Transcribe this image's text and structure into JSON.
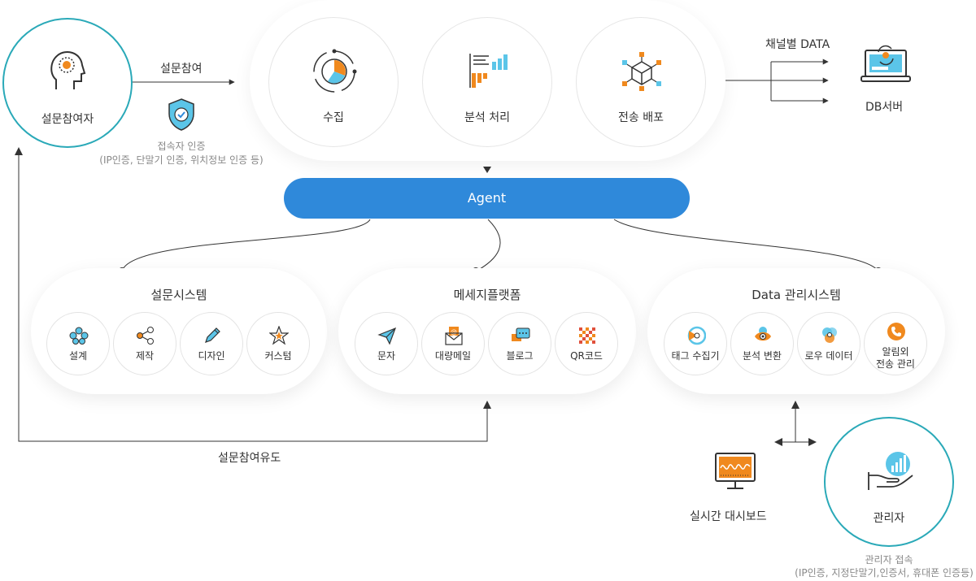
{
  "participant": {
    "label": "설문참여자"
  },
  "participate_label": "설문참여",
  "auth": {
    "label": "접속자 인증",
    "detail": "(IP인증, 단말기 인증, 위치정보 인증 등)"
  },
  "pipeline": [
    {
      "label": "수집",
      "icon": "collect-icon"
    },
    {
      "label": "분석 처리",
      "icon": "analysis-chart-icon"
    },
    {
      "label": "전송 배포",
      "icon": "network-cube-icon"
    }
  ],
  "channel_label": "채널별 DATA",
  "db_server": {
    "label": "DB서버"
  },
  "agent": {
    "label": "Agent"
  },
  "survey_system": {
    "title": "설문시스템",
    "items": [
      {
        "label": "설계",
        "icon": "molecule-icon"
      },
      {
        "label": "제작",
        "icon": "share-nodes-icon"
      },
      {
        "label": "디자인",
        "icon": "pencil-icon"
      },
      {
        "label": "커스텀",
        "icon": "star-icon"
      }
    ]
  },
  "message_platform": {
    "title": "메세지플랫폼",
    "items": [
      {
        "label": "문자",
        "icon": "paper-plane-icon"
      },
      {
        "label": "대량메일",
        "icon": "mail-icon"
      },
      {
        "label": "블로그",
        "icon": "chat-bubble-icon"
      },
      {
        "label": "QR코드",
        "icon": "qr-code-icon"
      }
    ]
  },
  "data_system": {
    "title": "Data 관리시스템",
    "items": [
      {
        "label": "태그 수집기",
        "icon": "tag-collector-icon"
      },
      {
        "label": "분석 변환",
        "icon": "eye-icon"
      },
      {
        "label": "로우 데이터",
        "icon": "venn-icon"
      },
      {
        "label_line1": "알림외",
        "label_line2": "전송 관리",
        "icon": "phone-icon"
      }
    ]
  },
  "induce_label": "설문참여유도",
  "dashboard": {
    "label": "실시간 대시보드"
  },
  "admin": {
    "label": "관리자",
    "access_title": "관리자 접속",
    "access_detail": "(IP인증, 지정단말기,인증서, 휴대폰 인증등)"
  },
  "colors": {
    "teal": "#2aa9b8",
    "agent_blue": "#2f89da",
    "orange": "#f0891e",
    "light_blue": "#5bc5e8"
  }
}
